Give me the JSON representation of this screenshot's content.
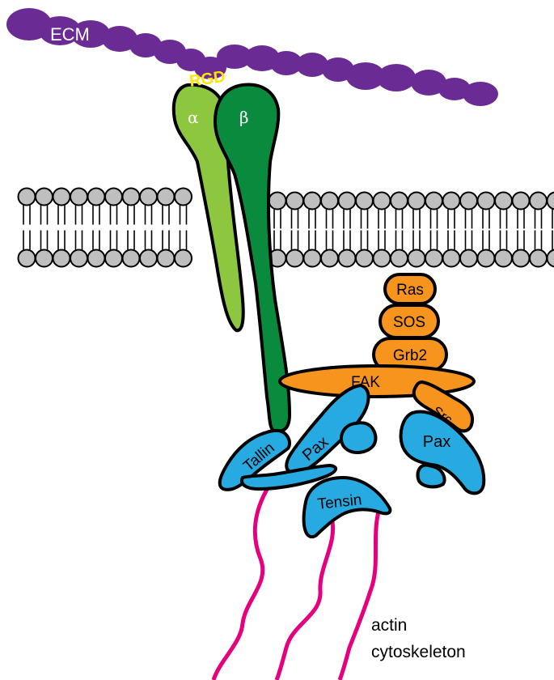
{
  "labels": {
    "ecm": "ECM",
    "rgd": "RGD",
    "alpha": "α",
    "beta": "β",
    "ras": "Ras",
    "sos": "SOS",
    "grb2": "Grb2",
    "fak": "FAK",
    "src": "Src",
    "pax_left": "Pax",
    "pax_right": "Pax",
    "talin": "Tallin",
    "tensin": "Tensin",
    "actin_line1": "actin",
    "actin_line2": "cytoskeleton"
  },
  "colors": {
    "ecm": "#6a2b95",
    "rgd": "#ffe600",
    "alpha": "#8dc63f",
    "beta": "#0a8a3c",
    "lipid_head": "#bfbfbf",
    "orange": "#f7941d",
    "blue": "#27aae1",
    "actin": "#e6007e",
    "outline": "#000000"
  }
}
